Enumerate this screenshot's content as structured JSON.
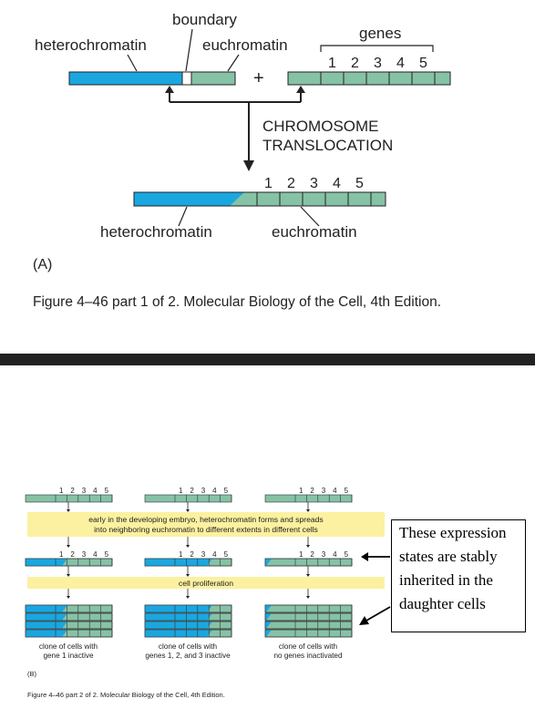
{
  "panel_a": {
    "label_boundary": "boundary",
    "label_heterochromatin_top": "heterochromatin",
    "label_euchromatin_top": "euchromatin",
    "label_genes": "genes",
    "plus_sign": "+",
    "gene_numbers": [
      "1",
      "2",
      "3",
      "4",
      "5"
    ],
    "translocation_line1": "CHROMOSOME",
    "translocation_line2": "TRANSLOCATION",
    "label_heterochromatin_bottom": "heterochromatin",
    "label_euchromatin_bottom": "euchromatin",
    "panel_label": "(A)",
    "caption": "Figure 4–46 part 1 of 2. Molecular Biology of the Cell, 4th Edition."
  },
  "panel_b": {
    "gene_numbers": [
      "1",
      "2",
      "3",
      "4",
      "5"
    ],
    "banner1_line1": "early in the developing embryo, heterochromatin forms and spreads",
    "banner1_line2": "into neighboring euchromatin to different extents in different cells",
    "banner2": "cell proliferation",
    "clone_labels": [
      {
        "line1": "clone of cells with",
        "line2": "gene 1 inactive"
      },
      {
        "line1": "clone of cells with",
        "line2": "genes 1, 2, and 3 inactive"
      },
      {
        "line1": "clone of cells with",
        "line2": "no genes inactivated"
      }
    ],
    "panel_label": "(B)",
    "caption": "Figure 4–46 part 2 of 2. Molecular Biology of the Cell, 4th Edition."
  },
  "note": {
    "lines": [
      "These expression",
      "states are stably",
      "inherited in the",
      "daughter cells"
    ]
  },
  "colors": {
    "heterochromatin": "#1aa7e0",
    "euchromatin": "#86c2a6",
    "banner": "#fbf1a0",
    "separator": "#222222"
  }
}
